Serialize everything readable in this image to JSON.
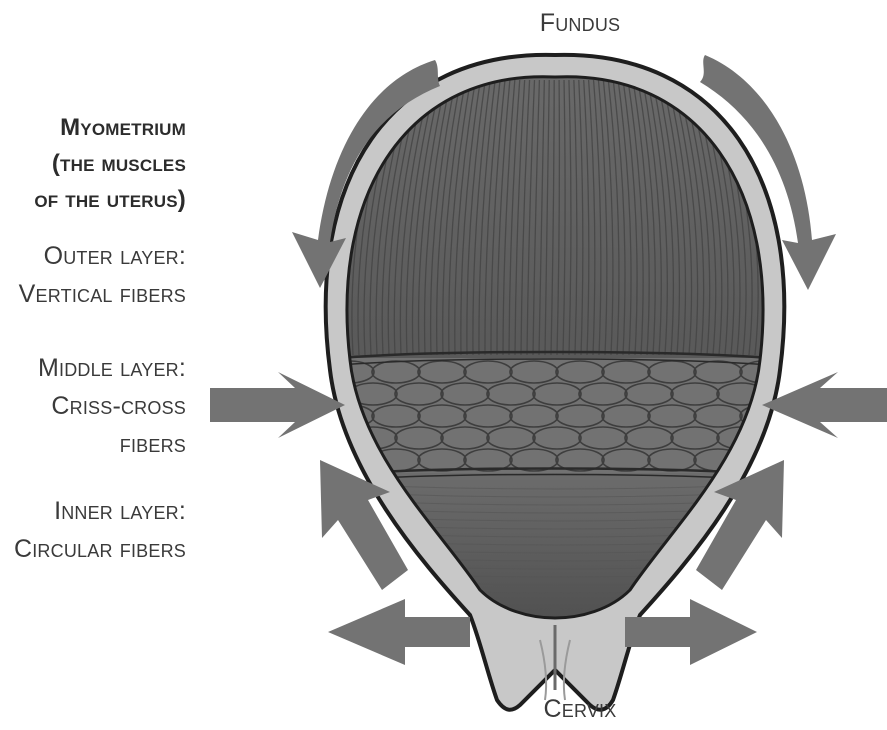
{
  "labels": {
    "fundus": "Fundus",
    "cervix": "Cervix",
    "myometrium": {
      "line1": "Myometrium",
      "line2": "(the muscles",
      "line3": "of the uterus)"
    },
    "outer_layer": {
      "line1": "Outer layer:",
      "line2": "Vertical fibers"
    },
    "middle_layer": {
      "line1": "Middle layer:",
      "line2": "Criss-cross",
      "line3": "fibers"
    },
    "inner_layer": {
      "line1": "Inner layer:",
      "line2": "Circular fibers"
    }
  },
  "colors": {
    "arrow": "#737373",
    "wall": "#c9c9c9",
    "muscle_outer": "#626262",
    "muscle_middle": "#6e6e6e",
    "muscle_inner": "#5a5a5a",
    "outline": "#1e1e1e",
    "text": "#3a3a3a"
  }
}
